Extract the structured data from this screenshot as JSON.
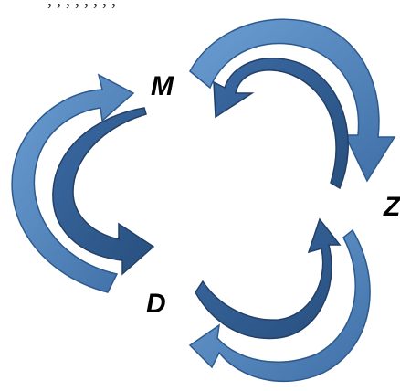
{
  "top_text": ", , ,  , , , ,  ,",
  "nodes": [
    {
      "id": "M",
      "label": "M"
    },
    {
      "id": "Z",
      "label": "Z"
    },
    {
      "id": "D",
      "label": "D"
    }
  ],
  "colors": {
    "arrow_light": "#5b8ec6",
    "arrow_dark": "#2f5d94",
    "arrow_edge": "#234d7f",
    "label": "#000000",
    "background": "#ffffff"
  }
}
